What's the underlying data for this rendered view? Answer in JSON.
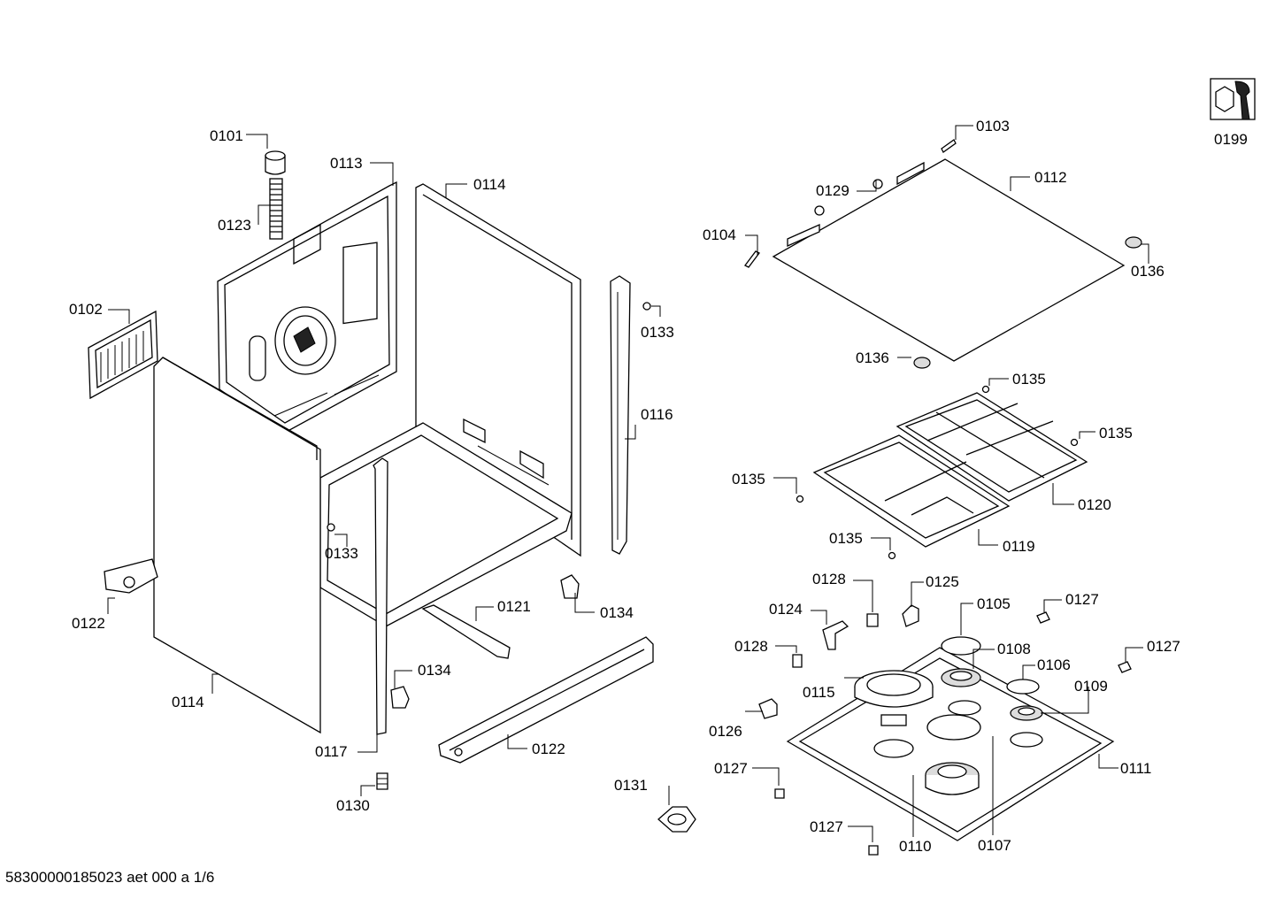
{
  "labels": {
    "l0101": "0101",
    "l0113": "0113",
    "l0114a": "0114",
    "l0123": "0123",
    "l0102": "0102",
    "l0133a": "0133",
    "l0116": "0116",
    "l0133b": "0133",
    "l0122a": "0122",
    "l0121": "0121",
    "l0134a": "0134",
    "l0114b": "0114",
    "l0134b": "0134",
    "l0117": "0117",
    "l0122b": "0122",
    "l0130": "0130",
    "l0199": "0199",
    "l0103": "0103",
    "l0112": "0112",
    "l0129": "0129",
    "l0104": "0104",
    "l0136a": "0136",
    "l0136b": "0136",
    "l0135a": "0135",
    "l0135b": "0135",
    "l0135c": "0135",
    "l0120": "0120",
    "l0135d": "0135",
    "l0119": "0119",
    "l0128a": "0128",
    "l0125": "0125",
    "l0124": "0124",
    "l0105": "0105",
    "l0127a": "0127",
    "l0128b": "0128",
    "l0108": "0108",
    "l0127b": "0127",
    "l0106": "0106",
    "l0115": "0115",
    "l0109": "0109",
    "l0126": "0126",
    "l0127c": "0127",
    "l0111": "0111",
    "l0131": "0131",
    "l0127d": "0127",
    "l0110": "0110",
    "l0107": "0107"
  },
  "footer": "58300000185023 aet 000 a 1/6"
}
